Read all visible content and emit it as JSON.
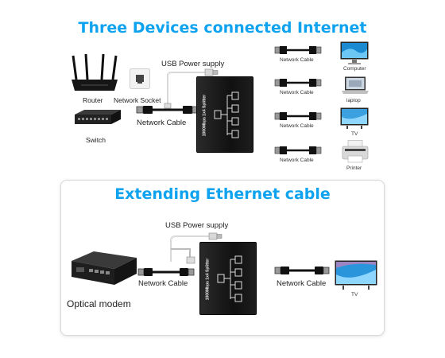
{
  "titles": {
    "top": "Three Devices connected Internet",
    "bottom": "Extending Ethernet cable"
  },
  "top_section": {
    "router": "Router",
    "network_socket": "Network Socket",
    "usb_power": "USB Power supply",
    "network_cable": "Network Cable",
    "switch": "Switch",
    "splitter_label": "1000Mbps 1x4 Splitter",
    "outputs": [
      {
        "cable": "Network Cable",
        "device": "Computer"
      },
      {
        "cable": "Network Cable",
        "device": "laptop"
      },
      {
        "cable": "Network Cable",
        "device": "TV"
      },
      {
        "cable": "Network Cable",
        "device": "Printer"
      }
    ]
  },
  "bottom_section": {
    "usb_power": "USB Power supply",
    "network_cable_left": "Network Cable",
    "network_cable_right": "Network Cable",
    "optical_modem": "Optical modem",
    "tv": "TV",
    "splitter_label": "1000Mbps 1x4 Splitter"
  },
  "colors": {
    "title_blue": "#0fa3ef",
    "cable_black": "#111111",
    "splitter_dark": "#1b1b1b"
  }
}
